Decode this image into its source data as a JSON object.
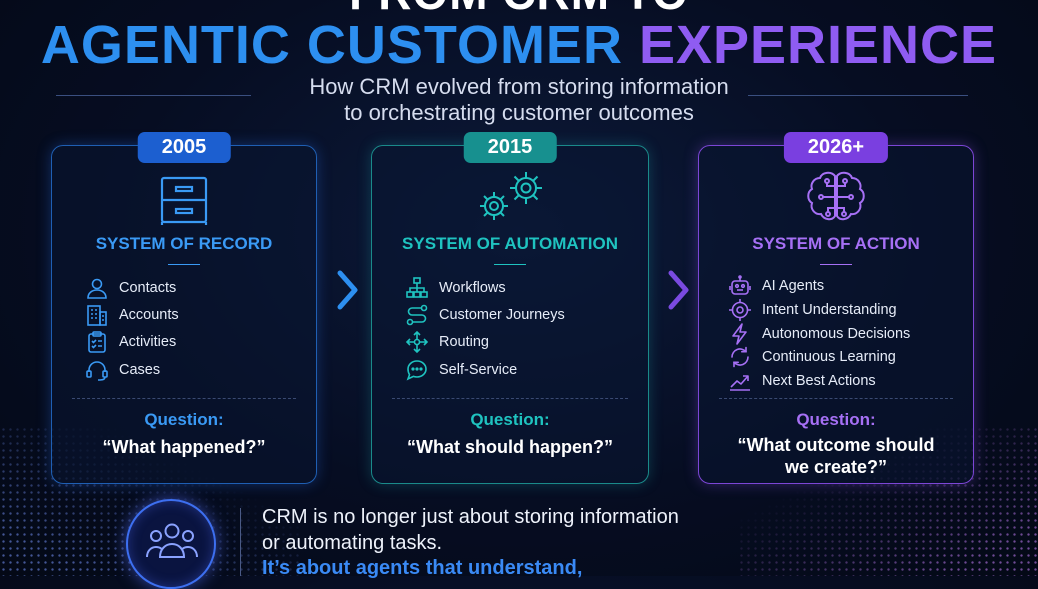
{
  "header": {
    "title_top": "FROM CRM TO",
    "title_main_part1": "AGENTIC CUSTOMER",
    "title_main_part2": "EXPERIENCE",
    "subtitle_line1": "How CRM evolved from storing information",
    "subtitle_line2": "to orchestrating customer outcomes"
  },
  "cards": [
    {
      "year": "2005",
      "icon": "file-cabinet-icon",
      "title": "SYSTEM OF RECORD",
      "items": [
        {
          "icon": "person-icon",
          "label": "Contacts"
        },
        {
          "icon": "building-icon",
          "label": "Accounts"
        },
        {
          "icon": "clipboard-icon",
          "label": "Activities"
        },
        {
          "icon": "headset-icon",
          "label": "Cases"
        }
      ],
      "question_label": "Question:",
      "question_line1": "“What happened?”",
      "question_line2": ""
    },
    {
      "year": "2015",
      "icon": "gears-icon",
      "title": "SYSTEM OF AUTOMATION",
      "items": [
        {
          "icon": "workflow-icon",
          "label": "Workflows"
        },
        {
          "icon": "journey-icon",
          "label": "Customer Journeys"
        },
        {
          "icon": "routing-icon",
          "label": "Routing"
        },
        {
          "icon": "chat-bubble-icon",
          "label": "Self-Service"
        }
      ],
      "question_label": "Question:",
      "question_line1": "“What should happen?”",
      "question_line2": ""
    },
    {
      "year": "2026+",
      "icon": "brain-circuit-icon",
      "title": "SYSTEM OF ACTION",
      "items": [
        {
          "icon": "robot-icon",
          "label": "AI Agents"
        },
        {
          "icon": "target-icon",
          "label": "Intent Understanding"
        },
        {
          "icon": "lightning-icon",
          "label": "Autonomous Decisions"
        },
        {
          "icon": "cycle-icon",
          "label": "Continuous Learning"
        },
        {
          "icon": "trend-chart-icon",
          "label": "Next Best Actions"
        }
      ],
      "question_label": "Question:",
      "question_line1": "“What outcome should",
      "question_line2": "we create?”"
    }
  ],
  "footer": {
    "icon": "people-group-icon",
    "line1": "CRM is no longer just about storing information",
    "line2": "or automating tasks.",
    "line3": "It’s about agents that understand,"
  },
  "colors": {
    "blue": "#3a9af5",
    "teal": "#1fc3c0",
    "purple": "#a670f5",
    "background": "#060d22"
  }
}
